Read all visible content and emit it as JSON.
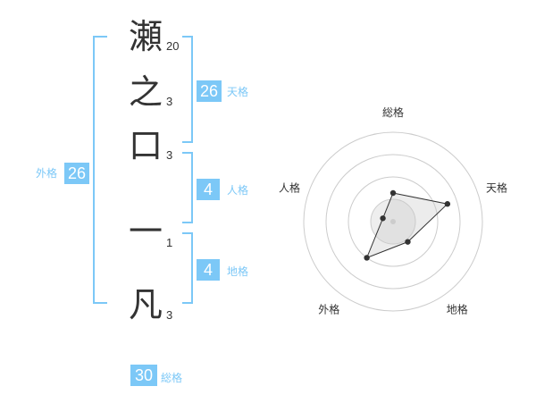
{
  "name": {
    "characters": [
      {
        "char": "瀬",
        "strokes": "20"
      },
      {
        "char": "之",
        "strokes": "3"
      },
      {
        "char": "口",
        "strokes": "3"
      },
      {
        "char": "一",
        "strokes": "1"
      },
      {
        "char": "凡",
        "strokes": "3"
      }
    ]
  },
  "fortunes": {
    "tenkaku": {
      "label": "天格",
      "value": "26"
    },
    "jinkaku": {
      "label": "人格",
      "value": "4"
    },
    "chikaku": {
      "label": "地格",
      "value": "4"
    },
    "gaikaku": {
      "label": "外格",
      "value": "26"
    },
    "soukaku": {
      "label": "総格",
      "value": "30"
    }
  },
  "chart_data": {
    "type": "radar",
    "axes": [
      "総格",
      "天格",
      "地格",
      "外格",
      "人格"
    ],
    "values": [
      0.32,
      0.64,
      0.28,
      0.5,
      0.12
    ],
    "rings": 4,
    "colors": {
      "accent": "#7cc8f7",
      "ring": "#cccccc",
      "fill": "#eeeeee",
      "line": "#333333"
    }
  }
}
